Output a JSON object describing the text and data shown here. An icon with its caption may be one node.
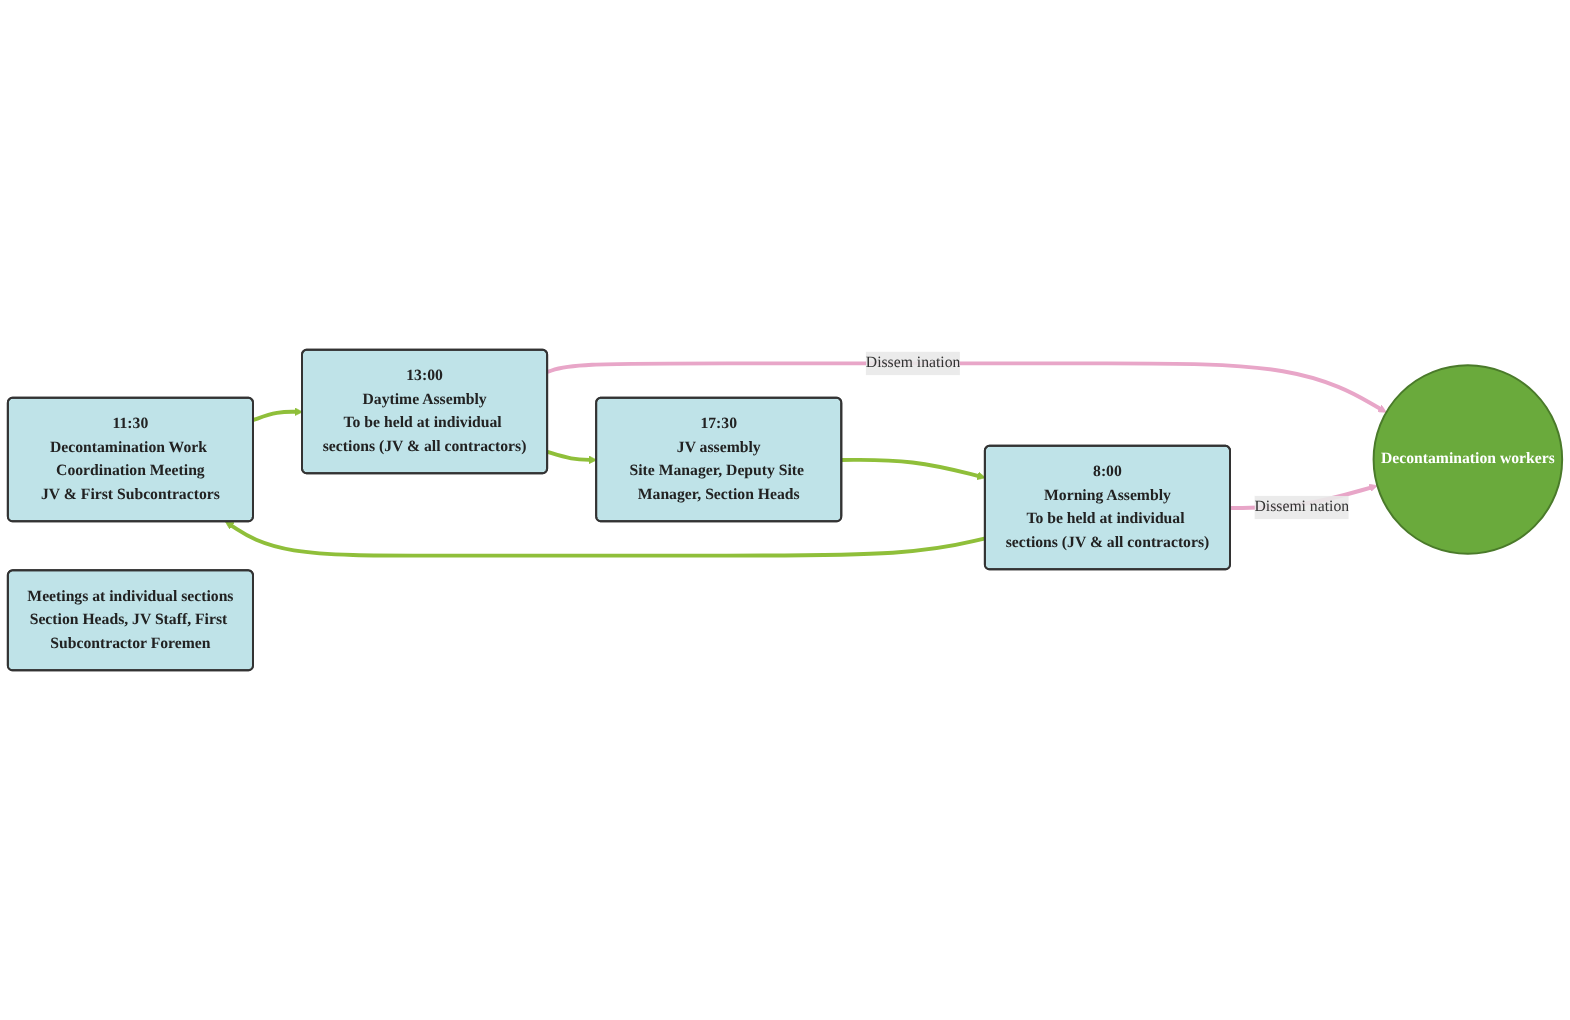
{
  "diagram": {
    "nodes": [
      {
        "text": [
          "11:30",
          "Decontamination Work Coordination Meeting",
          "JV & First Subcontractors"
        ]
      },
      {
        "text": [
          "13:00",
          "Daytime Assembly",
          "To be held at individual sections (JV & all contractors)"
        ]
      },
      {
        "text": [
          "17:30",
          "JV assembly",
          "Site Manager, Deputy Site Manager, Section Heads"
        ]
      },
      {
        "text": [
          "Meetings at individual sections",
          "Section Heads, JV Staff, First Subcontractor Foremen"
        ]
      },
      {
        "text": [
          "8:00",
          "Morning Assembly",
          "To be held at individual sections (JV & all contractors)"
        ]
      },
      {
        "text": [
          "Decontamination workers"
        ]
      }
    ],
    "edges": [
      {
        "from": 0,
        "to": 1,
        "arrow": "to"
      },
      {
        "from": 1,
        "to": 2,
        "arrow": "to"
      },
      {
        "from": 2,
        "to": 4,
        "arrow": "to"
      },
      {
        "from": 4,
        "to": 0,
        "arrow": "to"
      },
      {
        "from": 1,
        "to": 5,
        "arrow": "to",
        "label": "Dissem ination",
        "color": "#e8a6c8"
      },
      {
        "from": 4,
        "to": 5,
        "arrow": "to",
        "label": "Dissemi nation",
        "color": "#e8a6c8"
      }
    ]
  }
}
